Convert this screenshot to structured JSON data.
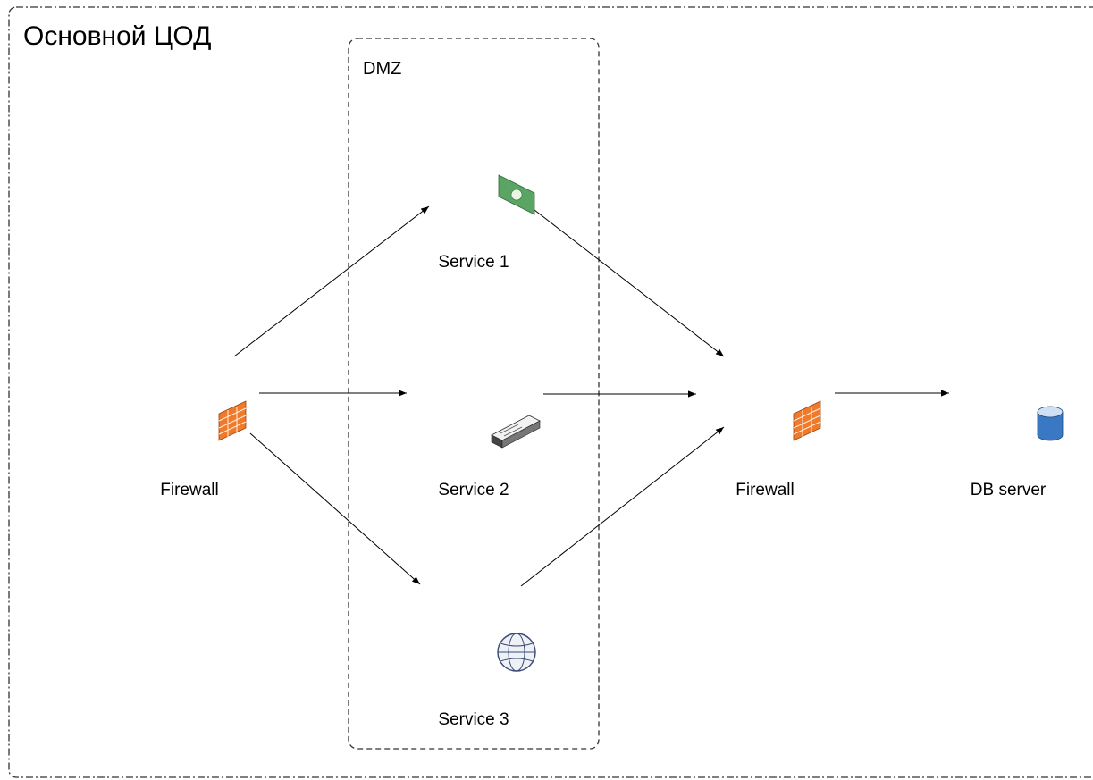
{
  "diagram": {
    "title": "Основной ЦОД",
    "zone_label": "DMZ",
    "colors": {
      "server_top": "#7d8f98",
      "server_front": "#6b7d86",
      "server_side": "#3e4e57",
      "firewall_badge": "#f07a2a",
      "card_green": "#5aa464",
      "db_blue": "#3a78c4",
      "line": "#000000"
    },
    "nodes": {
      "firewall_in": {
        "label": "Firewall",
        "badge": "firewall-icon"
      },
      "service1": {
        "label": "Service 1",
        "badge": "card-icon"
      },
      "service2": {
        "label": "Service 2",
        "badge": "network-card-icon"
      },
      "service3": {
        "label": "Service 3",
        "badge": "globe-icon"
      },
      "firewall_out": {
        "label": "Firewall",
        "badge": "firewall-icon"
      },
      "db": {
        "label": "DB server",
        "badge": "database-icon"
      }
    },
    "edges": [
      {
        "from": "firewall_in",
        "to": "service1"
      },
      {
        "from": "firewall_in",
        "to": "service2"
      },
      {
        "from": "firewall_in",
        "to": "service3"
      },
      {
        "from": "service1",
        "to": "firewall_out"
      },
      {
        "from": "service2",
        "to": "firewall_out"
      },
      {
        "from": "service3",
        "to": "firewall_out"
      },
      {
        "from": "firewall_out",
        "to": "db"
      }
    ]
  }
}
